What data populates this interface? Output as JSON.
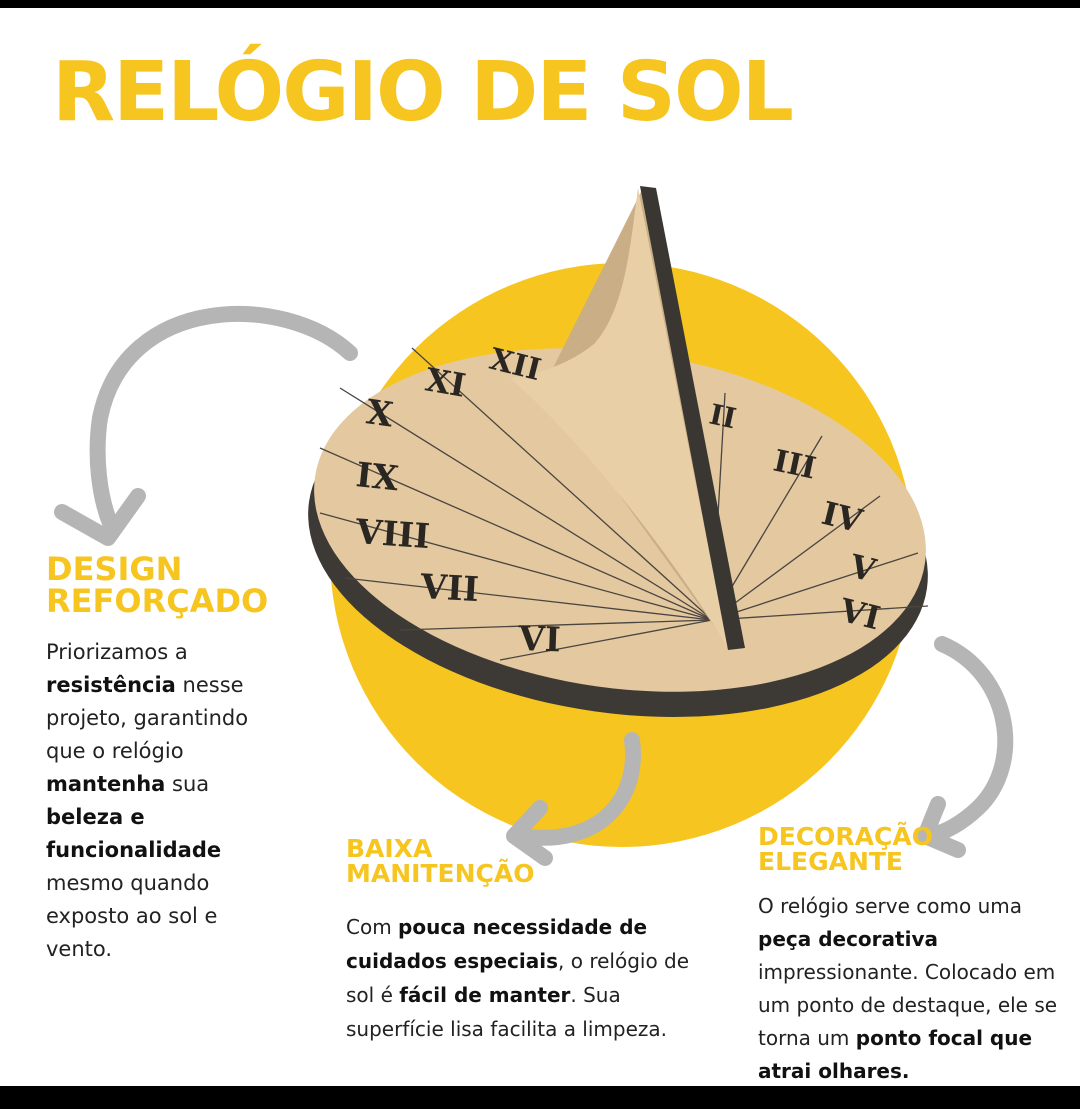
{
  "title": "RELÓGIO DE SOL",
  "colors": {
    "accent": "#f7c51f",
    "text": "#222222",
    "wood": "#e3c8a0",
    "edge": "#3d3935",
    "arrow": "#b5b5b5"
  },
  "sundial": {
    "numerals_left": [
      "XII",
      "XI",
      "X",
      "IX",
      "VIII",
      "VII",
      "VI"
    ],
    "numerals_right": [
      "II",
      "III",
      "IV",
      "V",
      "VI"
    ]
  },
  "sections": {
    "design": {
      "heading_line1": "DESIGN",
      "heading_line2": "REFORÇADO",
      "body": [
        {
          "t": "Priorizamos a "
        },
        {
          "t": "resistência",
          "b": true
        },
        {
          "t": " nesse projeto, garantindo que o relógio "
        },
        {
          "t": "mantenha",
          "b": true
        },
        {
          "t": " sua "
        },
        {
          "t": "beleza e funcionalidade",
          "b": true
        },
        {
          "t": " mesmo quando exposto ao sol e vento."
        }
      ]
    },
    "baixa": {
      "heading_line1": "BAIXA",
      "heading_line2": "MANITENÇÃO",
      "body": [
        {
          "t": "Com "
        },
        {
          "t": "pouca necessidade de cuidados especiais",
          "b": true
        },
        {
          "t": ", o relógio de sol é "
        },
        {
          "t": "fácil de manter",
          "b": true
        },
        {
          "t": ". Sua superfície lisa facilita a limpeza."
        }
      ]
    },
    "decoracao": {
      "heading_line1": "DECORAÇÃO",
      "heading_line2": "ELEGANTE",
      "body": [
        {
          "t": "O relógio serve como uma "
        },
        {
          "t": "peça decorativa",
          "b": true
        },
        {
          "t": " impressionante. Colocado em um ponto de destaque, ele se torna um "
        },
        {
          "t": "ponto focal que atrai olhares.",
          "b": true
        }
      ]
    }
  }
}
